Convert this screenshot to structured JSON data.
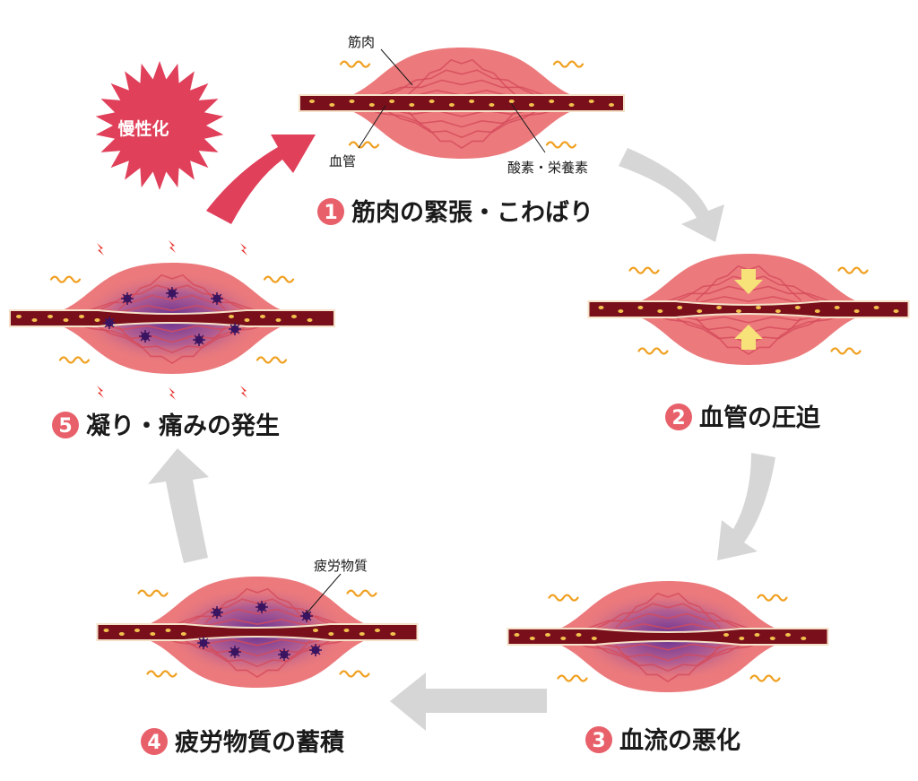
{
  "diagram": {
    "labels": {
      "muscle": "筋肉",
      "vessel": "血管",
      "oxygen": "酸素・栄養素",
      "fatigue_substance": "疲労物質",
      "chronic": "慢性化"
    },
    "steps": [
      {
        "num": "1",
        "label": "筋肉の緊張・こわばり"
      },
      {
        "num": "2",
        "label": "血管の圧迫"
      },
      {
        "num": "3",
        "label": "血流の悪化"
      },
      {
        "num": "4",
        "label": "疲労物質の蓄積"
      },
      {
        "num": "5",
        "label": "凝り・痛みの発生"
      }
    ]
  },
  "colors": {
    "muscle": "#ec7a7c",
    "muscle_line": "#d44a5a",
    "vessel": "#7a0f1c",
    "vessel_line": "#f4e1c8",
    "nutrient": "#f2c14e",
    "arrow_gray": "#d6d6d6",
    "arrow_red": "#e0405a",
    "badge": "#e8606a",
    "burst": "#e0405a",
    "stagnation": "#6a3b9a",
    "press_arrow": "#f7e27a",
    "zigzag": "#f0a020",
    "pain": "#e8302a"
  }
}
